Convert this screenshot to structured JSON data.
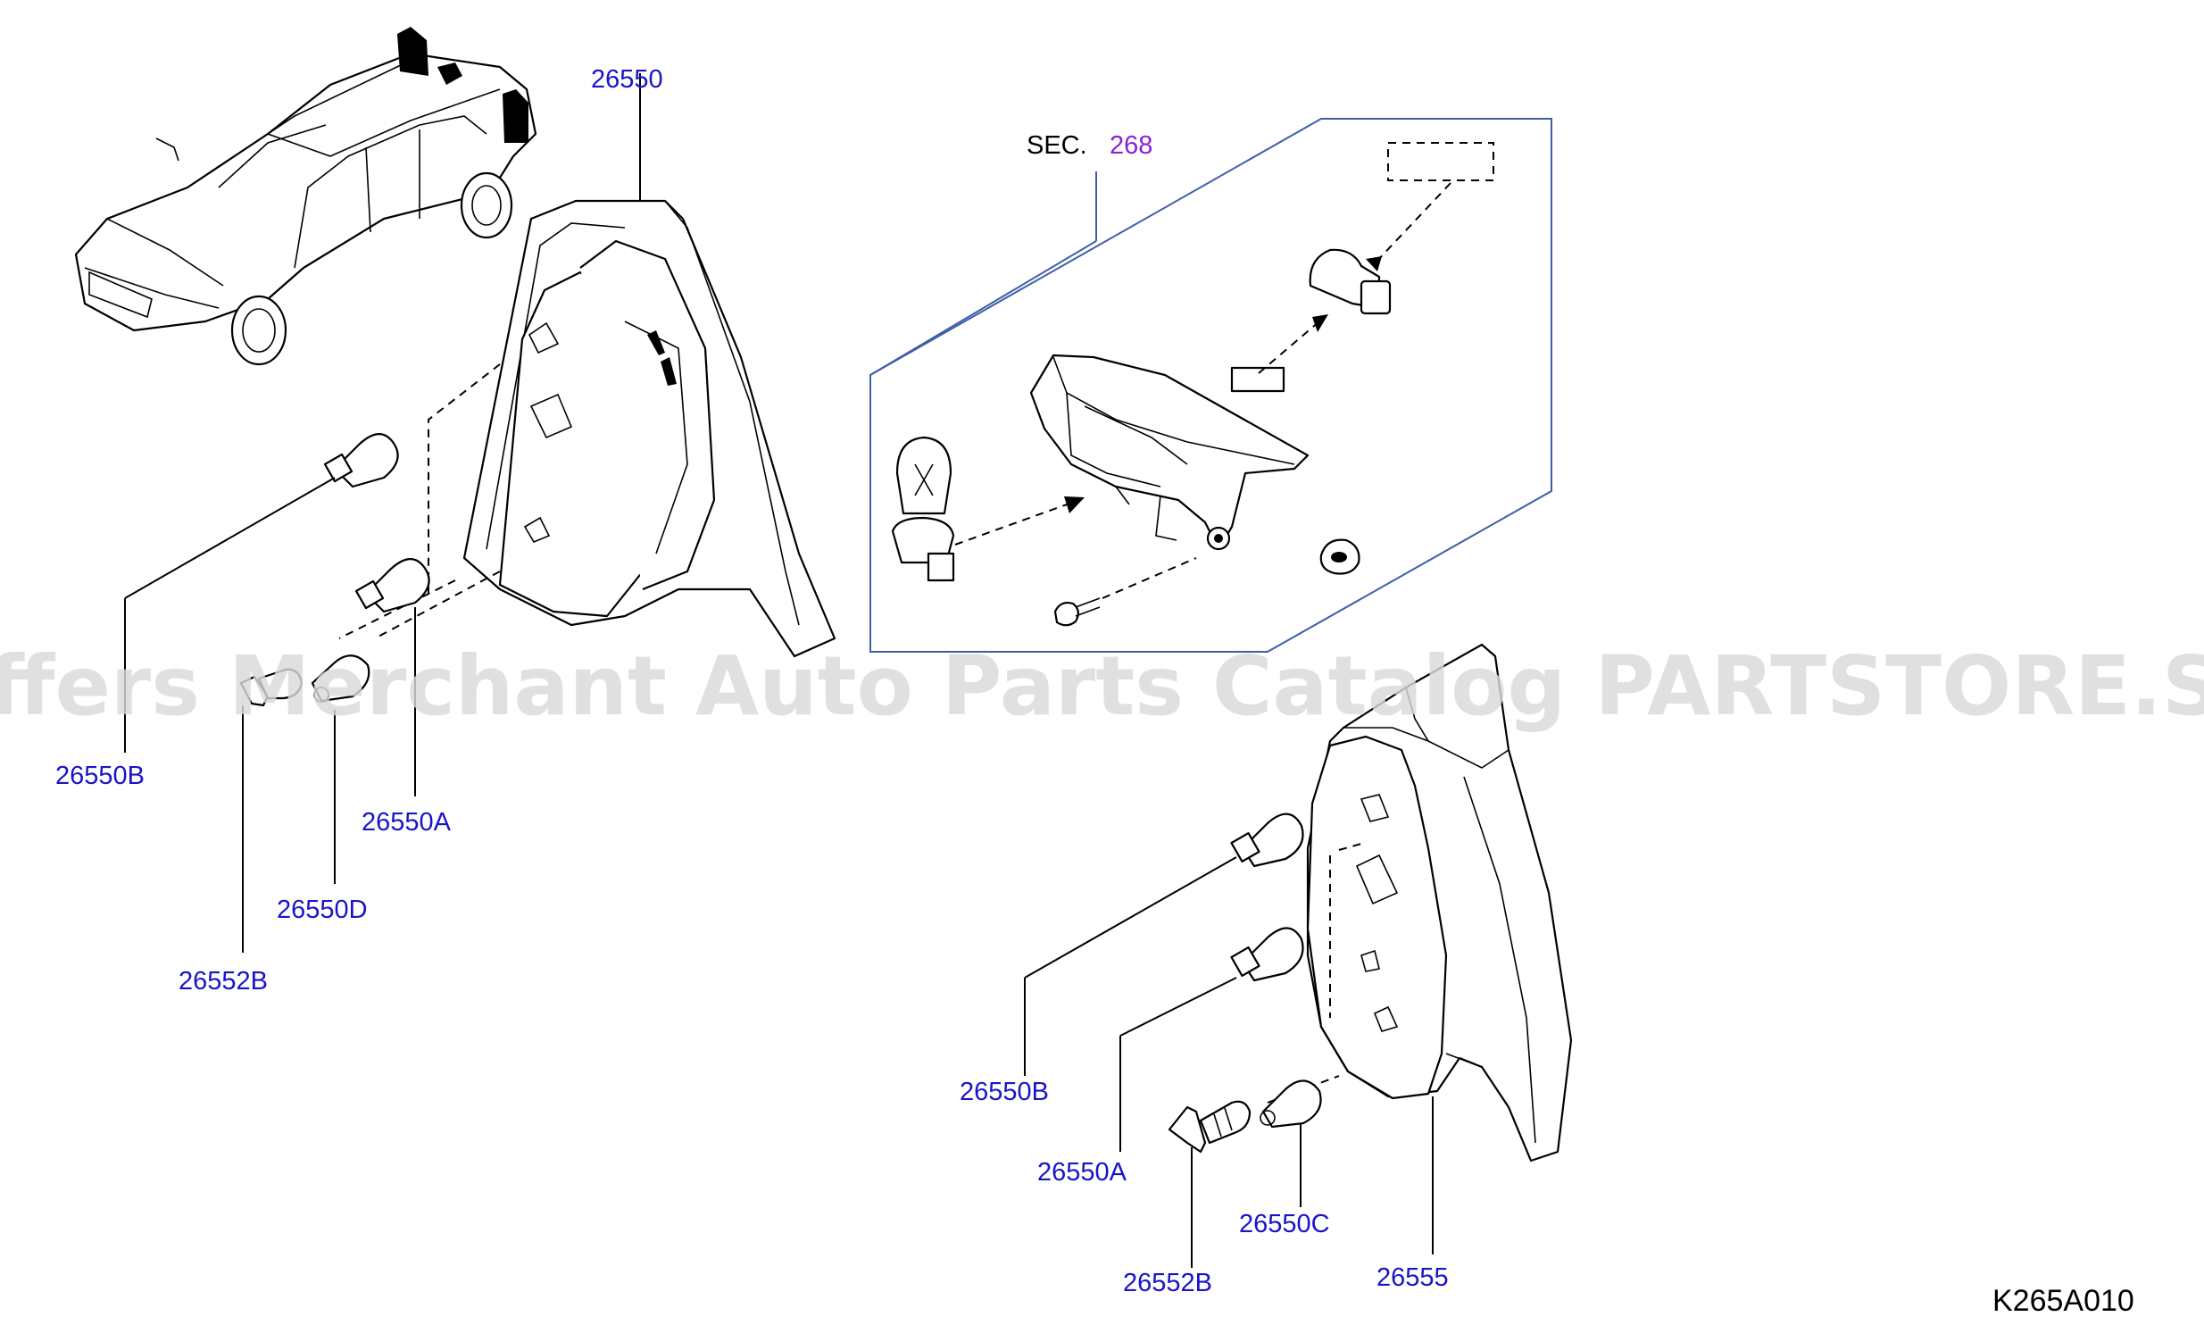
{
  "diagram": {
    "watermark": "Offers Merchant Auto Parts Catalog PARTSTORE.SA",
    "drawing_code": "K265A010",
    "section_ref": {
      "prefix": "SEC.",
      "number": "268"
    },
    "part_labels": {
      "lamp_left": "26550",
      "bulb_b_left": "26550B",
      "bulb_a_left": "26550A",
      "bulb_d_left": "26550D",
      "socket_left": "26552B",
      "bulb_b_right": "26550B",
      "bulb_a_right": "26550A",
      "bulb_c_right": "26550C",
      "socket_right": "26552B",
      "lamp_right": "26555"
    },
    "colors": {
      "part_label": "#1a14c8",
      "section_number": "#8a1fd6",
      "callout_box": "#3e5fa8",
      "line_art": "#000000",
      "watermark": "#d9d9d9"
    }
  }
}
